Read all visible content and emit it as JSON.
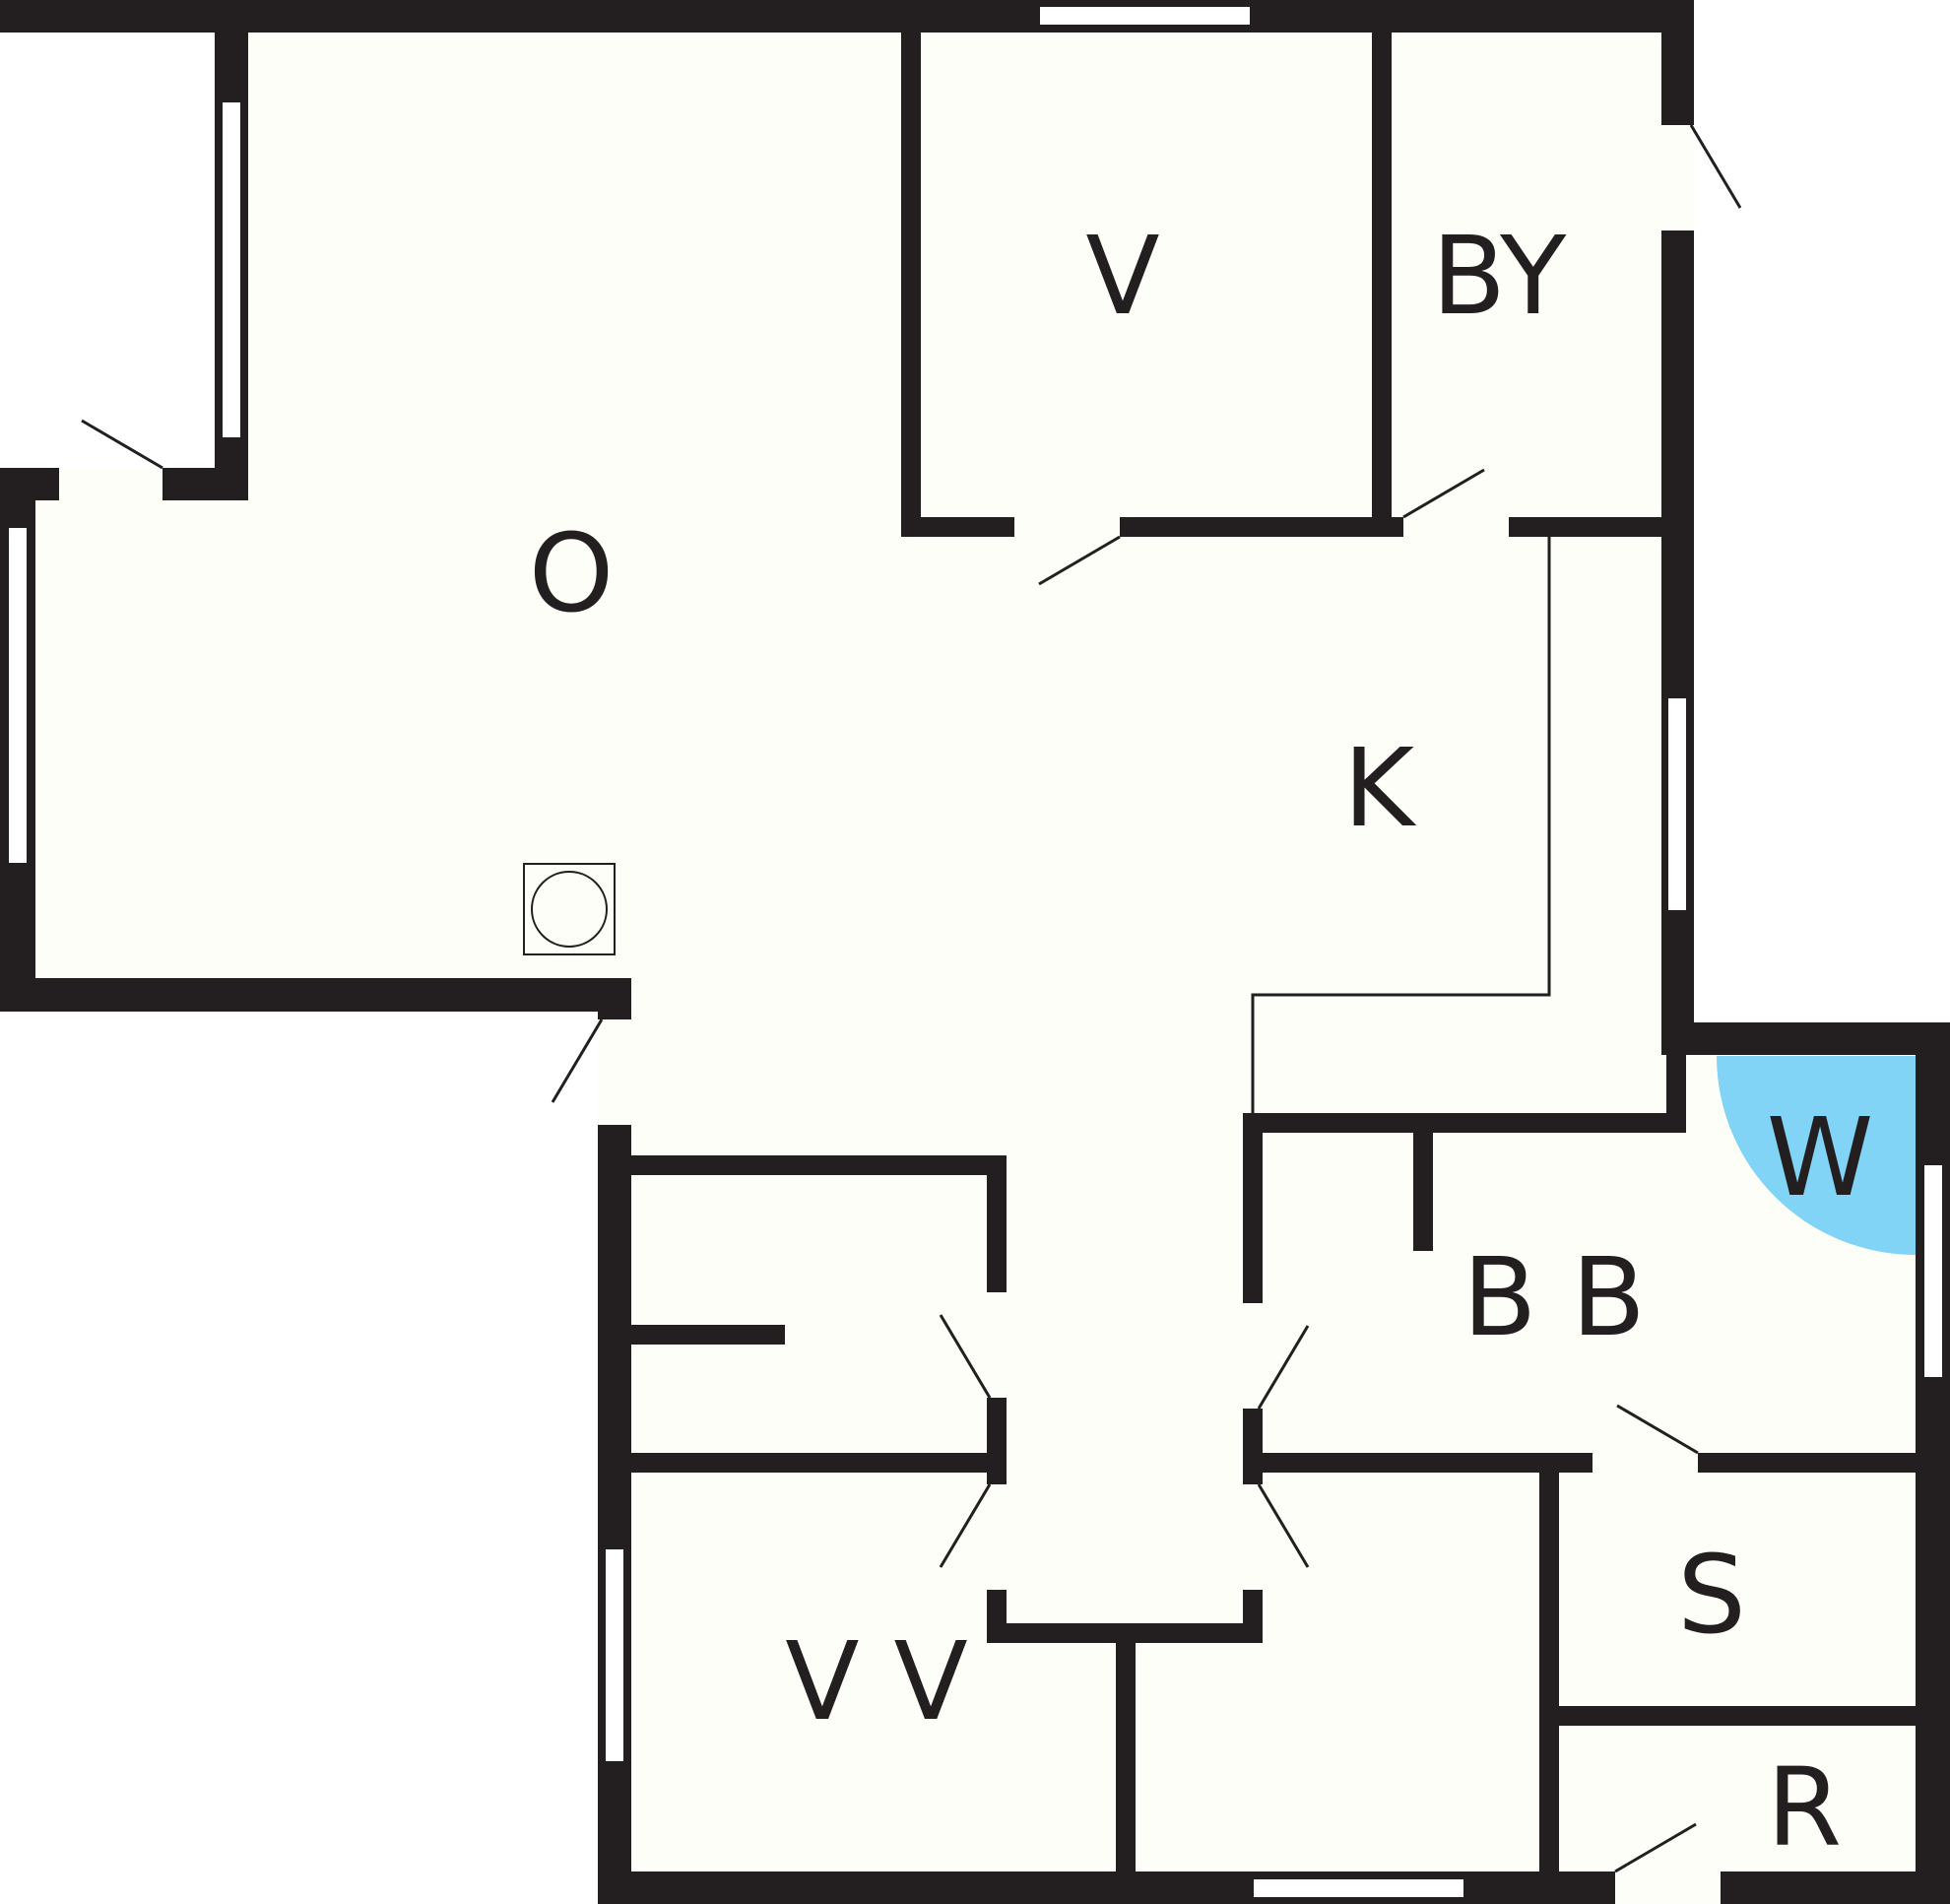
{
  "rooms": {
    "o": "O",
    "v": "V",
    "by": "BY",
    "k": "K",
    "w": "W",
    "bb": "B B",
    "s": "S",
    "vv": "V V",
    "r": "R"
  },
  "colors": {
    "wall": "#231f20",
    "floor": "#fdfef7",
    "shower": "#81d4f5",
    "window": "#ffffff"
  },
  "icons": {
    "fireplace": "fireplace-icon",
    "shower": "shower-area"
  }
}
